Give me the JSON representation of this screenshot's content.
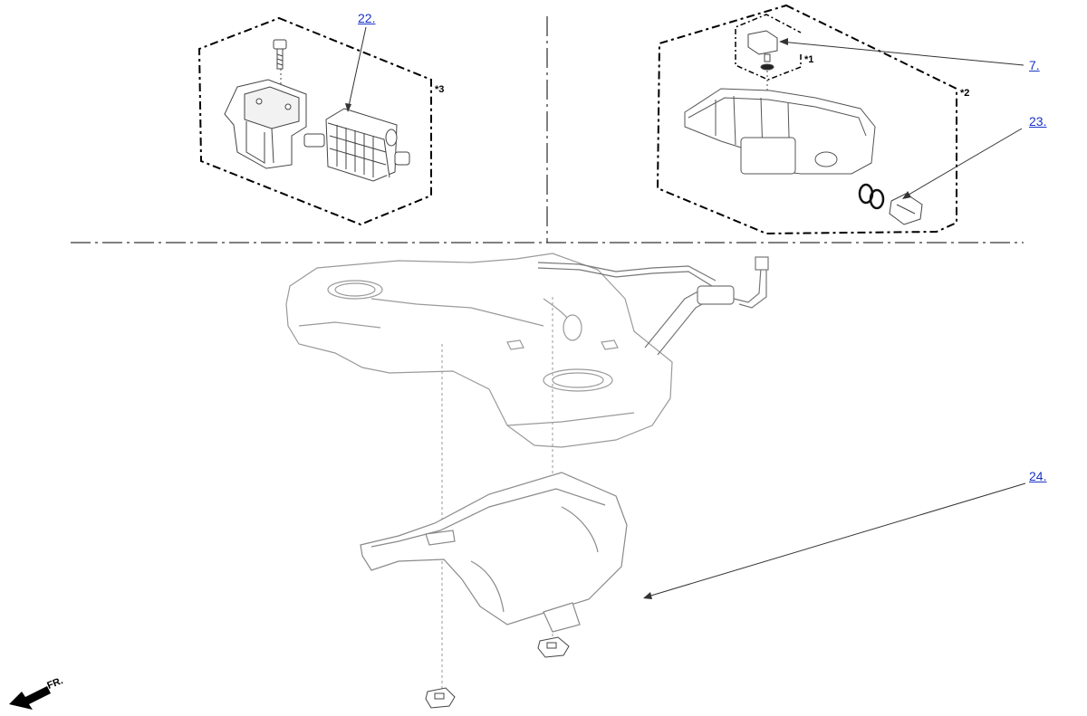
{
  "callouts": [
    {
      "id": "22",
      "label": "22."
    },
    {
      "id": "7",
      "label": "7."
    },
    {
      "id": "23",
      "label": "23."
    },
    {
      "id": "24",
      "label": "24."
    }
  ],
  "notes": {
    "note1": "*1",
    "note2": "*2",
    "note3": "*3"
  },
  "direction": {
    "label": "FR.",
    "icon": "front-direction-arrow-icon"
  },
  "colors": {
    "link": "#1a33c8",
    "line": "#000000",
    "part_outline": "#555555",
    "tank_outline": "#9a9a9a"
  }
}
